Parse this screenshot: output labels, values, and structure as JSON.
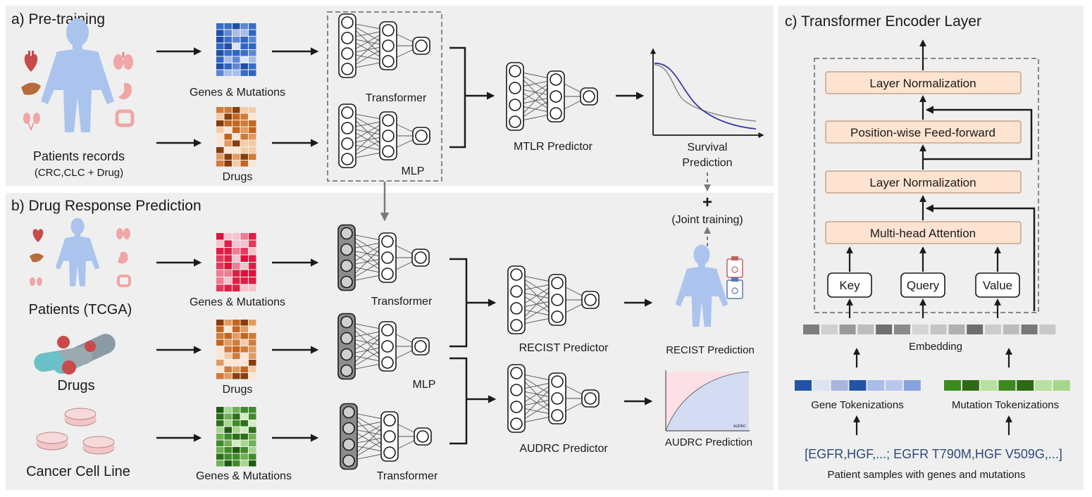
{
  "panel_a": {
    "title": "a) Pre-training",
    "patients_label": "Patients records",
    "patients_sub": "(CRC,CLC + Drug)",
    "genes_label": "Genes & Mutations",
    "drugs_label": "Drugs",
    "transformer_label": "Transformer",
    "mlp_label": "MLP",
    "predictor_label": "MTLR Predictor",
    "survival_label_1": "Survival",
    "survival_label_2": "Prediction"
  },
  "panel_b": {
    "title": "b) Drug Response Prediction",
    "patients_label": "Patients (TCGA)",
    "drugs_icon_label": "Drugs",
    "cell_line_label": "Cancer Cell Line",
    "genes_label_1": "Genes & Mutations",
    "drugs_label": "Drugs",
    "genes_label_2": "Genes & Mutations",
    "transformer_label_1": "Transformer",
    "mlp_label": "MLP",
    "transformer_label_2": "Transformer",
    "recist_predictor": "RECIST Predictor",
    "audrc_predictor": "AUDRC Predictor",
    "recist_prediction": "RECIST Prediction",
    "audrc_prediction": "AUDRC Prediction",
    "audrc_inset": "AUDRC",
    "joint_plus": "+",
    "joint_label": "(Joint training)"
  },
  "panel_c": {
    "title": "c) Transformer Encoder Layer",
    "layer_norm_top": "Layer Normalization",
    "feed_forward": "Position-wise Feed-forward",
    "layer_norm_bottom": "Layer Normalization",
    "attention": "Multi-head Attention",
    "key": "Key",
    "query": "Query",
    "value": "Value",
    "embedding": "Embedding",
    "gene_tokens": "Gene Tokenizations",
    "mutation_tokens": "Mutation Tokenizations",
    "sample_text": "[EGFR,HGF,...; EGFR T790M,HGF V509G,...]",
    "sample_caption": "Patient samples with genes and mutations"
  },
  "colors": {
    "panel_bg": "#efefef",
    "box_fill": "#fde3d0",
    "box_stroke": "#c9a48c",
    "body_blue": "#aac4ee",
    "sample_text": "#2f4a7a",
    "curve_blue": "#3a3aa8"
  },
  "icons": [
    "human-body-icon",
    "heart-icon",
    "lungs-icon",
    "liver-icon",
    "stomach-icon",
    "kidneys-icon",
    "intestine-icon",
    "pill-capsules-icon",
    "petri-dish-icon",
    "clipboard-icon"
  ]
}
